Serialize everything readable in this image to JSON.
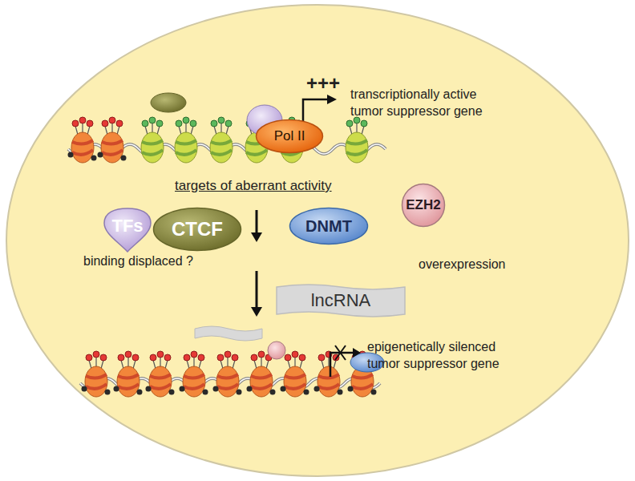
{
  "diagram": {
    "nodes": [
      {
        "text": [
          "Pol II"
        ]
      },
      {
        "text": [
          "TFs"
        ]
      },
      {
        "text": [
          "CTCF"
        ]
      },
      {
        "text": [
          "DNMT"
        ]
      },
      {
        "text": [
          "EZH2"
        ]
      },
      {
        "text": [
          "lncRNA"
        ]
      }
    ],
    "labels": [
      "+++",
      "transcriptionally active tumor suppressor gene",
      "targets of aberrant activity",
      "binding displaced ?",
      "overexpression",
      "epigenetically silenced tumor suppressor gene"
    ]
  }
}
